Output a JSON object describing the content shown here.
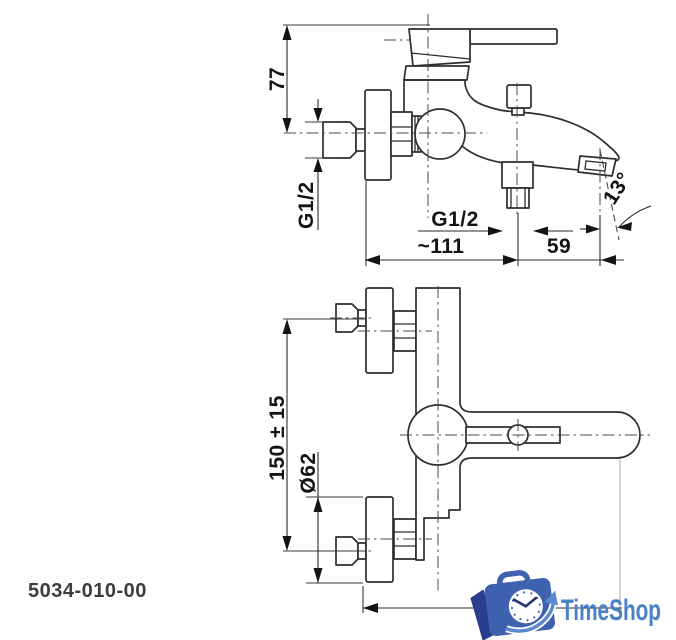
{
  "part_number": "5034-010-00",
  "side_view": {
    "height": "77",
    "wall_thread": "G1/2",
    "outlet_thread": "G1/2",
    "depth": "~111",
    "spout_offset": "59",
    "spout_angle": "13°"
  },
  "installation_view": {
    "connection_spacing": "150 ± 15",
    "flange_diameter": "Ø62"
  },
  "logo": {
    "text": "TimeShop"
  },
  "colors": {
    "line": "#2e2e2e",
    "centerline": "#4a4a4a",
    "dim_text": "#141414",
    "part_number_text": "#3d3d3d",
    "logo_bag": "#3e61b0",
    "logo_dark": "#2b3e8e",
    "logo_swoosh": "#5b87cd",
    "logo_hands": "#24376f",
    "logo_text": "#4a81c6"
  }
}
